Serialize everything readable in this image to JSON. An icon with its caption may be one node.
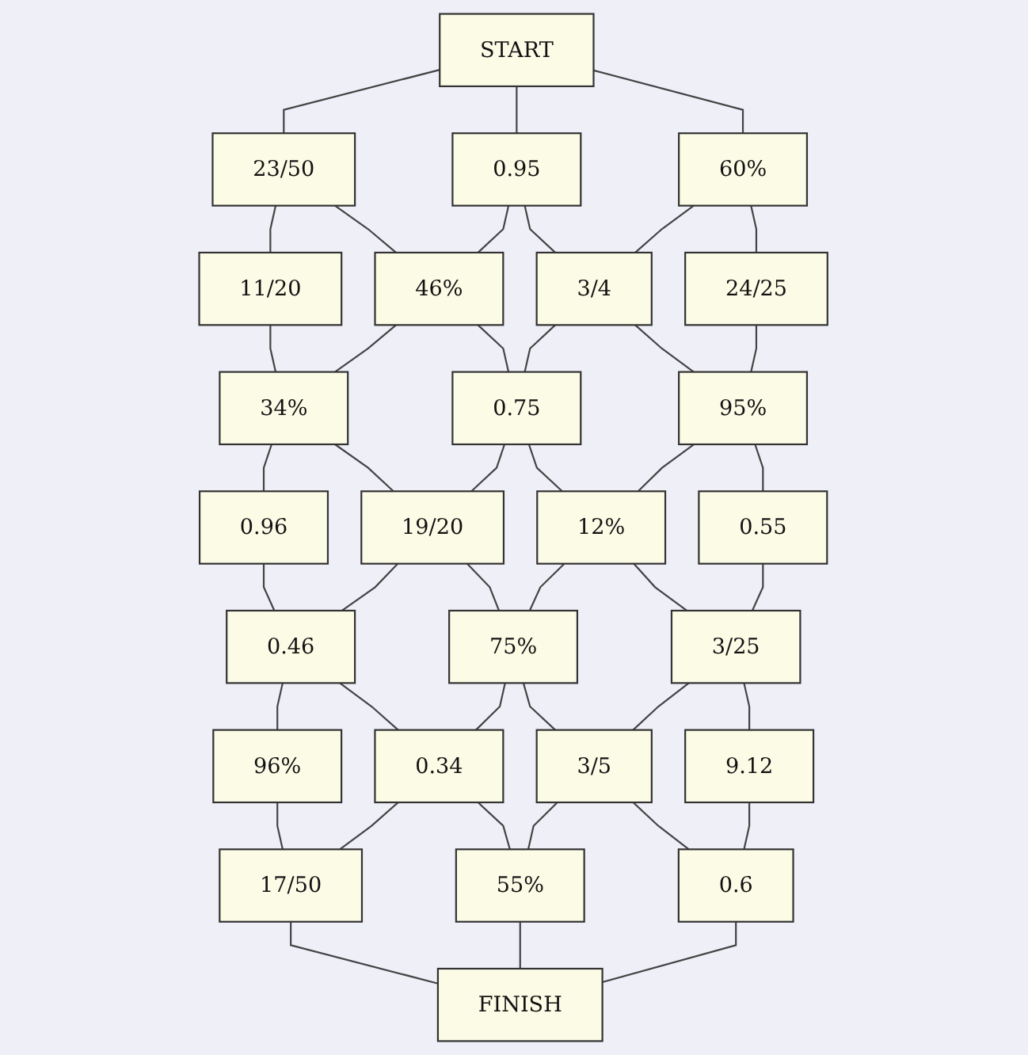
{
  "diagram": {
    "nodes": [
      {
        "text": [
          "START"
        ]
      },
      {
        "text": [
          "23/50"
        ]
      },
      {
        "text": [
          "0.95"
        ]
      },
      {
        "text": [
          "60%"
        ]
      },
      {
        "text": [
          "11/20"
        ]
      },
      {
        "text": [
          "46%"
        ]
      },
      {
        "text": [
          "3/4"
        ]
      },
      {
        "text": [
          "24/25"
        ]
      },
      {
        "text": [
          "34%"
        ]
      },
      {
        "text": [
          "0.75"
        ]
      },
      {
        "text": [
          "95%"
        ]
      },
      {
        "text": [
          "0.96"
        ]
      },
      {
        "text": [
          "19/20"
        ]
      },
      {
        "text": [
          "12%"
        ]
      },
      {
        "text": [
          "0.55"
        ]
      },
      {
        "text": [
          "0.46"
        ]
      },
      {
        "text": [
          "75%"
        ]
      },
      {
        "text": [
          "3/25"
        ]
      },
      {
        "text": [
          "96%"
        ]
      },
      {
        "text": [
          "0.34"
        ]
      },
      {
        "text": [
          "3/5"
        ]
      },
      {
        "text": [
          "9.12"
        ]
      },
      {
        "text": [
          "17/50"
        ]
      },
      {
        "text": [
          "55%"
        ]
      },
      {
        "text": [
          "0.6"
        ]
      },
      {
        "text": [
          "FINISH"
        ]
      }
    ],
    "edges": [
      {
        "from": 0,
        "to": 1,
        "arrow": "none"
      },
      {
        "from": 0,
        "to": 2,
        "arrow": "none"
      },
      {
        "from": 0,
        "to": 3,
        "arrow": "none"
      },
      {
        "from": 1,
        "to": 4,
        "arrow": "none"
      },
      {
        "from": 1,
        "to": 5,
        "arrow": "none"
      },
      {
        "from": 2,
        "to": 5,
        "arrow": "none"
      },
      {
        "from": 2,
        "to": 6,
        "arrow": "none"
      },
      {
        "from": 3,
        "to": 6,
        "arrow": "none"
      },
      {
        "from": 3,
        "to": 7,
        "arrow": "none"
      },
      {
        "from": 4,
        "to": 8,
        "arrow": "none"
      },
      {
        "from": 5,
        "to": 8,
        "arrow": "none"
      },
      {
        "from": 5,
        "to": 9,
        "arrow": "none"
      },
      {
        "from": 6,
        "to": 9,
        "arrow": "none"
      },
      {
        "from": 6,
        "to": 10,
        "arrow": "none"
      },
      {
        "from": 7,
        "to": 10,
        "arrow": "none"
      },
      {
        "from": 8,
        "to": 11,
        "arrow": "none"
      },
      {
        "from": 8,
        "to": 12,
        "arrow": "none"
      },
      {
        "from": 9,
        "to": 12,
        "arrow": "none"
      },
      {
        "from": 9,
        "to": 13,
        "arrow": "none"
      },
      {
        "from": 10,
        "to": 13,
        "arrow": "none"
      },
      {
        "from": 10,
        "to": 14,
        "arrow": "none"
      },
      {
        "from": 11,
        "to": 15,
        "arrow": "none"
      },
      {
        "from": 12,
        "to": 15,
        "arrow": "none"
      },
      {
        "from": 12,
        "to": 16,
        "arrow": "none"
      },
      {
        "from": 13,
        "to": 16,
        "arrow": "none"
      },
      {
        "from": 13,
        "to": 17,
        "arrow": "none"
      },
      {
        "from": 14,
        "to": 17,
        "arrow": "none"
      },
      {
        "from": 15,
        "to": 18,
        "arrow": "none"
      },
      {
        "from": 15,
        "to": 19,
        "arrow": "none"
      },
      {
        "from": 16,
        "to": 19,
        "arrow": "none"
      },
      {
        "from": 16,
        "to": 20,
        "arrow": "none"
      },
      {
        "from": 17,
        "to": 20,
        "arrow": "none"
      },
      {
        "from": 17,
        "to": 21,
        "arrow": "none"
      },
      {
        "from": 18,
        "to": 22,
        "arrow": "none"
      },
      {
        "from": 19,
        "to": 22,
        "arrow": "none"
      },
      {
        "from": 19,
        "to": 23,
        "arrow": "none"
      },
      {
        "from": 20,
        "to": 23,
        "arrow": "none"
      },
      {
        "from": 20,
        "to": 24,
        "arrow": "none"
      },
      {
        "from": 21,
        "to": 24,
        "arrow": "none"
      },
      {
        "from": 22,
        "to": 25,
        "arrow": "none"
      },
      {
        "from": 23,
        "to": 25,
        "arrow": "none"
      },
      {
        "from": 24,
        "to": 25,
        "arrow": "none"
      }
    ]
  }
}
